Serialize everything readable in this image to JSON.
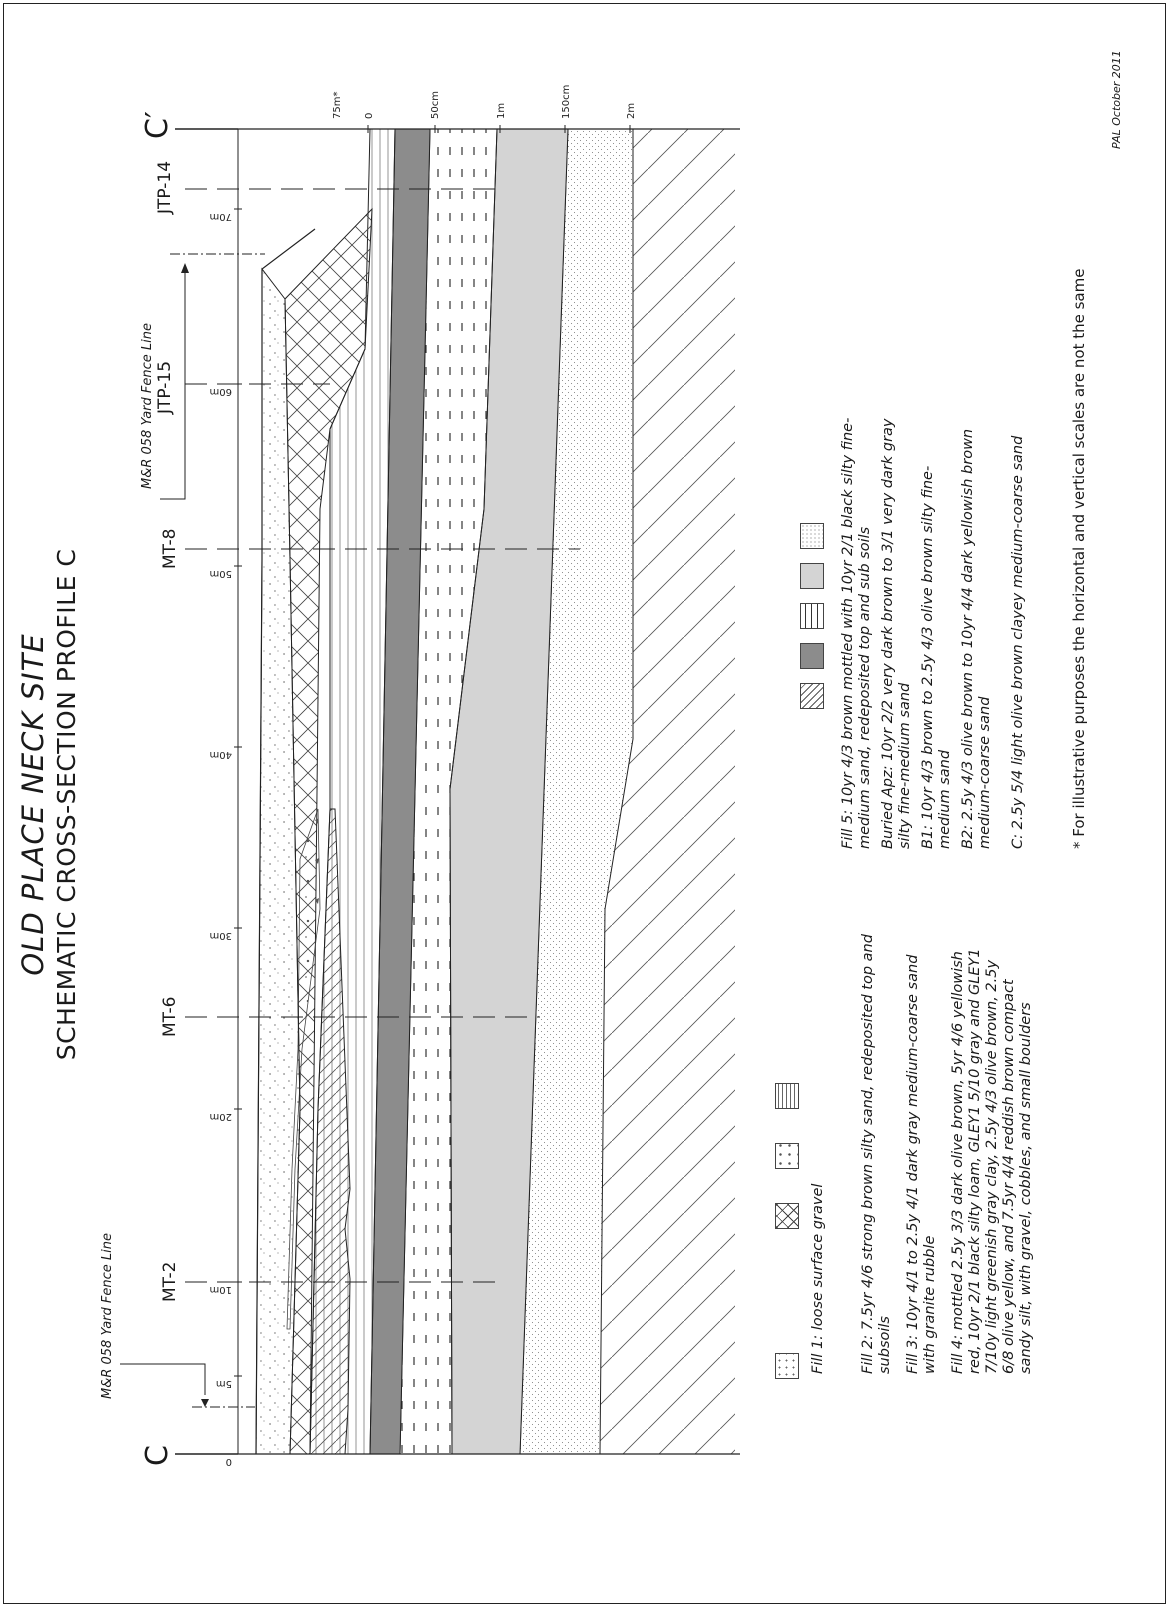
{
  "title": "OLD PLACE NECK SITE",
  "subtitle": "SCHEMATIC CROSS-SECTION PROFILE  C",
  "profile_start": "C",
  "profile_end": "C′",
  "fence_lines": [
    "M&R 058 Yard Fence Line",
    "M&R 058 Yard Fence Line"
  ],
  "test_pits": [
    "MT-2",
    "MT-6",
    "MT-8",
    "JTP-15",
    "JTP-14"
  ],
  "horizontal_ticks": [
    "0",
    "5m",
    "10m",
    "20m",
    "30m",
    "40m",
    "50m",
    "60m",
    "70m",
    "75m*"
  ],
  "vertical_ticks": [
    "0",
    "50cm",
    "1m",
    "150cm",
    "2m"
  ],
  "legend_left": [
    {
      "label": "Fill 1: loose surface gravel",
      "pattern": "fill1-dots"
    },
    {
      "label": "Fill 2: 7.5yr 4/6 strong brown silty sand, redeposited top and subsoils",
      "pattern": "fill2-crosshatch"
    },
    {
      "label": "Fill 3: 10yr 4/1 to 2.5y 4/1 dark gray medium-coarse sand with granite rubble",
      "pattern": "fill3-rubble"
    },
    {
      "label": "Fill 4: mottled 2.5y 3/3 dark olive brown, 5yr 4/6 yellowish red, 10yr 2/1 black silty loam, GLEY1 5/10 gray and GLEY1 7/10y light greenish gray clay, 2.5y 4/3 olive brown, 2.5y 6/8 olive yellow, and 7.5yr 4/4 reddish brown compact sandy silt, with gravel, cobbles, and small boulders",
      "pattern": "fill4-horizontal"
    }
  ],
  "legend_right": [
    {
      "label": "Fill 5: 10yr 4/3 brown  mottled with 10yr 2/1 black silty fine-medium sand, redeposited top and sub soils",
      "pattern": "fill5-diagonal"
    },
    {
      "label": "Buried Apz: 10yr 2/2 very dark brown to 3/1 very dark gray silty fine-medium sand",
      "pattern": "apz-dark-gray"
    },
    {
      "label": "B1: 10yr 4/3 brown to 2.5y 4/3 olive brown silty fine-medium sand",
      "pattern": "b1-dashes"
    },
    {
      "label": "B2: 2.5y 4/3 olive brown to 10yr 4/4 dark yellowish brown medium-coarse sand",
      "pattern": "b2-light-gray"
    },
    {
      "label": "C: 2.5y 5/4 light olive brown clayey medium-coarse sand",
      "pattern": "c-stipple"
    }
  ],
  "note": "* For illustrative purposes the horizontal and vertical scales are not the same",
  "credit": "PAL October 2011",
  "colors": {
    "apz": "#8c8c8c",
    "b2": "#d4d4d4",
    "line": "#222222"
  }
}
